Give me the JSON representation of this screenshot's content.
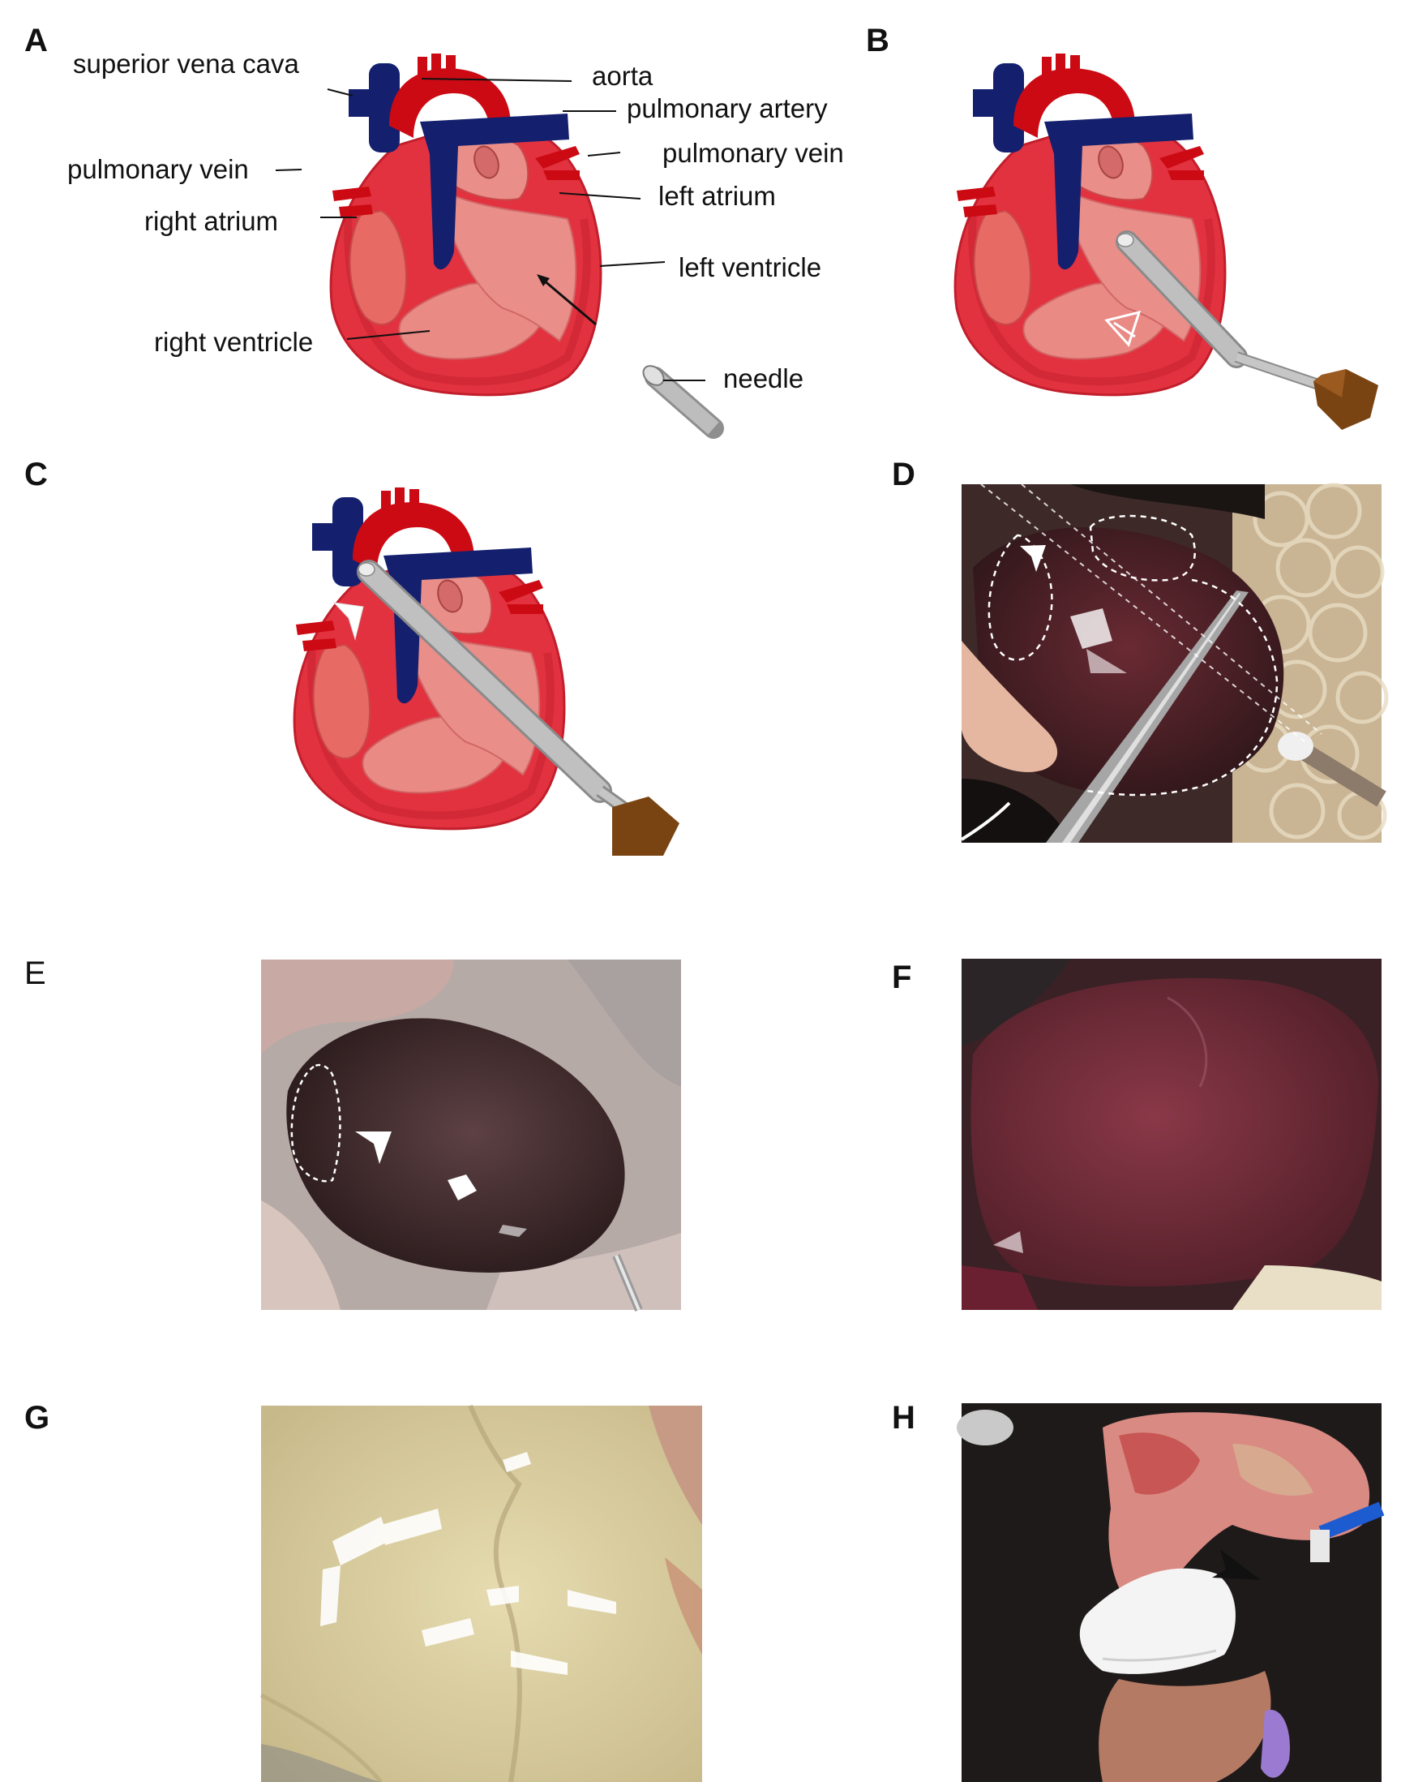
{
  "panels": {
    "A": {
      "letter": "A",
      "labels": {
        "superior_vena_cava": "superior vena cava",
        "aorta": "aorta",
        "pulmonary_artery": "pulmonary artery",
        "pulmonary_vein_right": "pulmonary vein",
        "pulmonary_vein_left": "pulmonary vein",
        "left_atrium": "left atrium",
        "right_atrium": "right atrium",
        "left_ventricle": "left ventricle",
        "right_ventricle": "right ventricle",
        "needle": "needle"
      }
    },
    "B": {
      "letter": "B"
    },
    "C": {
      "letter": "C"
    },
    "D": {
      "letter": "D"
    },
    "E": {
      "letter": "E"
    },
    "F": {
      "letter": "F"
    },
    "G": {
      "letter": "G"
    },
    "H": {
      "letter": "H"
    }
  },
  "colors": {
    "heart_wall": "#e2323f",
    "heart_chamber": "#e67d79",
    "vein_blue": "#14206e",
    "artery_red": "#cc0a14",
    "needle_grey": "#b9b9b9",
    "hub_brown": "#7a4412",
    "arrowhead_white": "#ffffff",
    "arrowhead_black": "#111111"
  }
}
